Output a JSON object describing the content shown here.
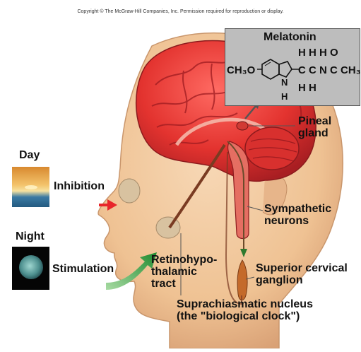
{
  "copyright": "Copyright © The McGraw-Hill Companies, Inc. Permission required for reproduction or display.",
  "melatonin": {
    "title": "Melatonin",
    "methoxy": "CH₃O",
    "nh_n": "N",
    "nh_h": "H",
    "h_top": "H H H O",
    "chain": "C C N C CH₃",
    "h_bottom": "H H"
  },
  "labels": {
    "day": "Day",
    "night": "Night",
    "inhibition": "Inhibition",
    "stimulation": "Stimulation",
    "pineal_gland": "Pineal\ngland",
    "sympathetic_neurons": "Sympathetic\nneurons",
    "retinohypothalamic_tract": "Retinohypo-\nthalamic\ntract",
    "superior_cervical_ganglion": "Superior cervical\nganglion",
    "suprachiasmatic_nucleus": "Suprachiasmatic nucleus\n(the \"biological clock\")"
  },
  "colors": {
    "skin": "#f2c9a0",
    "skin_shadow": "#d9a47a",
    "brain": "#e83a3a",
    "brain_dark": "#a81e22",
    "inhibition_arrow": "#e8262b",
    "stimulation_arrow": "#2e9a3c",
    "inset_bg": "#bdbdbd"
  }
}
